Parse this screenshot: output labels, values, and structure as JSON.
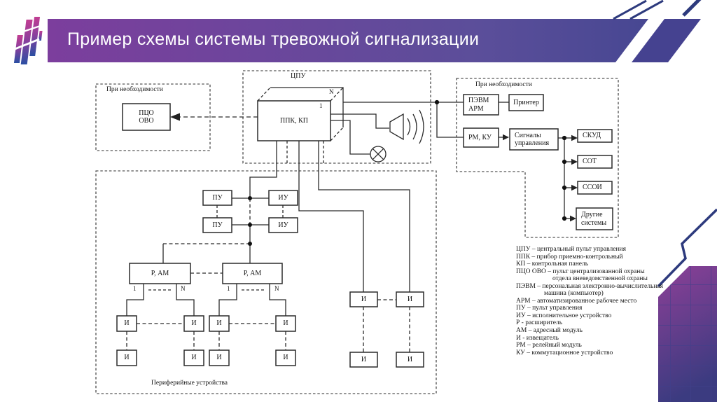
{
  "slide": {
    "title": "Пример схемы системы тревожной сигнализации"
  },
  "colors": {
    "title_bar_left": "#7c3e9d",
    "title_bar_right": "#474792",
    "accent_navy": "#2d3a7d",
    "diagram_line": "#2b2b2b",
    "logo_top": "#c23e92",
    "logo_bottom": "#2a4fa3"
  },
  "diagram": {
    "optional_label": "При необходимости",
    "left_section": {
      "pco_ovo": "ПЦО\nОВО"
    },
    "cpu_section": {
      "label": "ЦПУ",
      "ppk": "ППК, КП"
    },
    "idx": {
      "one": "1",
      "n": "N"
    },
    "right_section": {
      "pevm": "ПЭВМ\nАРМ",
      "printer": "Принтер",
      "rm_ku": "РМ, КУ",
      "signals": "Сигналы\nуправления",
      "skud": "СКУД",
      "sot": "СОТ",
      "ssoi": "ССОИ",
      "other": "Другие\nсистемы"
    },
    "peripheral": {
      "label": "Периферийные устройства",
      "pu": "ПУ",
      "iu": "ИУ",
      "r_am": "Р, АМ",
      "i": "И"
    },
    "icons": {
      "sounder": "speaker-icon",
      "light": "lamp-icon"
    }
  },
  "legend": {
    "lines": [
      "ЦПУ – центральный пульт управления",
      "ППК – прибор приемно-контрольный",
      "КП – контрольная панель",
      "ПЦО ОВО – пульт централизованной охраны",
      "отдела вневедомственной охраны",
      "ПЭВМ – персональная электронно-вычислительная",
      "машина (компьютер)",
      "АРМ – автоматизированное рабочее место",
      "ПУ – пульт управления",
      "ИУ – исполнительное устройство",
      "Р - расширитель",
      "АМ – адресный модуль",
      "И - извещатель",
      "РМ – релейный модуль",
      "КУ – коммутационное устройство"
    ]
  }
}
